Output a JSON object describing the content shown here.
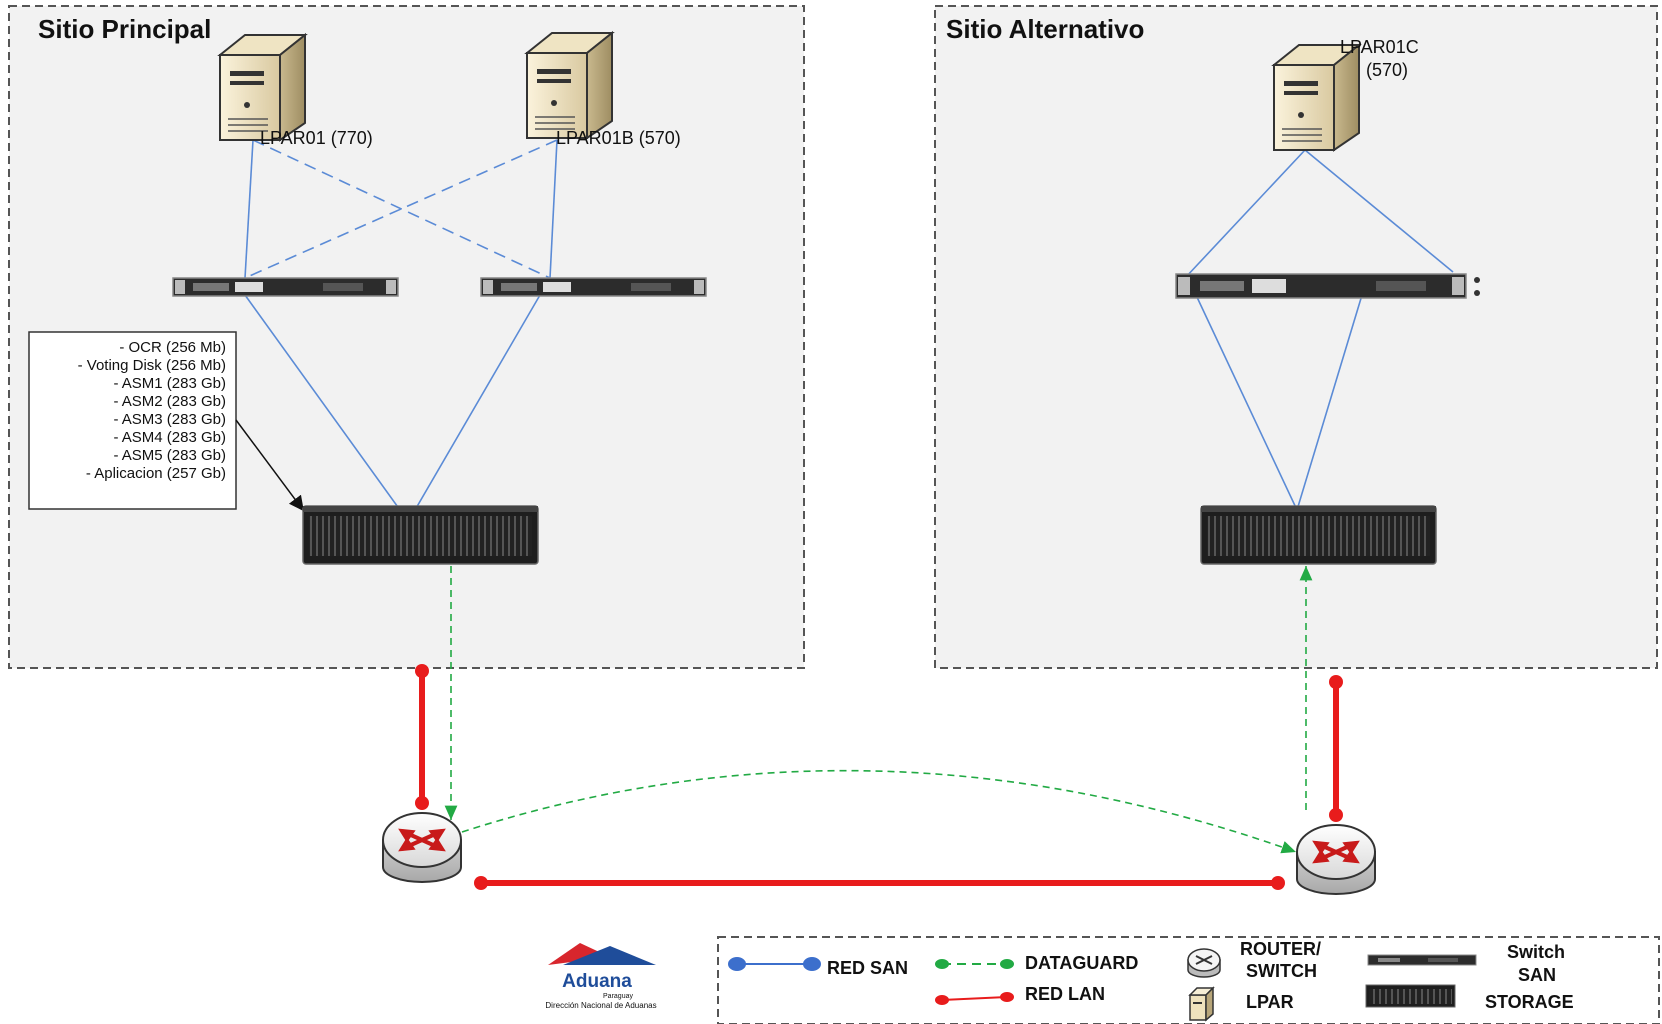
{
  "sites": {
    "principal": {
      "title": "Sitio Principal"
    },
    "alternativo": {
      "title": "Sitio Alternativo"
    }
  },
  "servers": {
    "lpar01": "LPAR01 (770)",
    "lpar01b": "LPAR01B (570)",
    "lpar01c_line1": "LPAR01C",
    "lpar01c_line2": "(570)"
  },
  "storage_note": [
    "- OCR (256 Mb)",
    "- Voting Disk (256 Mb)",
    "- ASM1 (283 Gb)",
    "- ASM2 (283 Gb)",
    "- ASM3 (283 Gb)",
    "- ASM4 (283 Gb)",
    "- ASM5 (283 Gb)",
    "- Aplicacion (257 Gb)"
  ],
  "logo": {
    "name": "Aduana",
    "country": "Paraguay",
    "subtitle": "Dirección Nacional de Aduanas"
  },
  "legend": {
    "red_san": "RED SAN",
    "dataguard": "DATAGUARD",
    "red_lan": "RED LAN",
    "router_line1": "ROUTER/",
    "router_line2": "SWITCH",
    "lpar": "LPAR",
    "switch_line1": "Switch",
    "switch_line2": "SAN",
    "storage": "STORAGE"
  },
  "colors": {
    "san": "#5b8bd6",
    "dataguard": "#22aa44",
    "lan": "#e81c1c",
    "site_bg": "#f2f2f2"
  }
}
